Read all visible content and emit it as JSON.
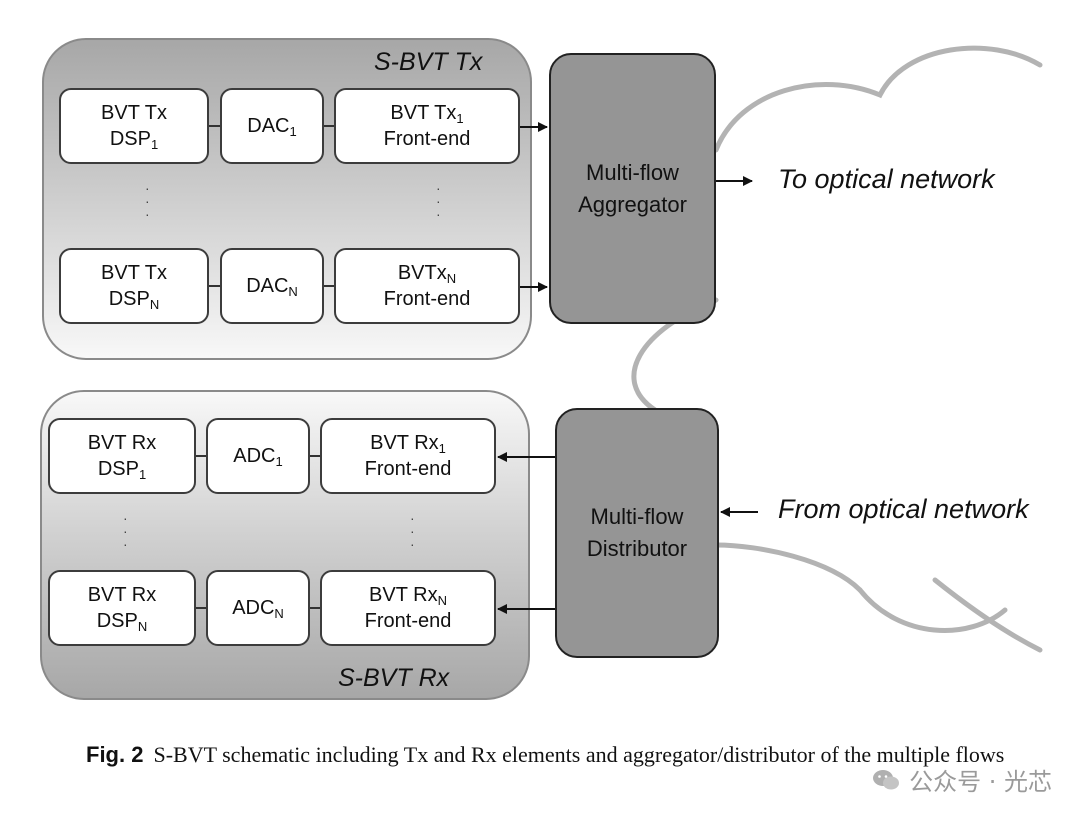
{
  "tx": {
    "title": "S-BVT Tx",
    "row1": {
      "dsp_line1": "BVT Tx",
      "dsp_line2": "DSP",
      "dsp_sub": "1",
      "conv": "DAC",
      "conv_sub": "1",
      "fe_line1": "BVT Tx",
      "fe_sub": "1",
      "fe_line2": "Front-end"
    },
    "rowN": {
      "dsp_line1": "BVT Tx",
      "dsp_line2": "DSP",
      "dsp_sub": "N",
      "conv": "DAC",
      "conv_sub": "N",
      "fe_line1": "BVTx",
      "fe_sub": "N",
      "fe_line2": "Front-end"
    }
  },
  "rx": {
    "title": "S-BVT Rx",
    "row1": {
      "dsp_line1": "BVT Rx",
      "dsp_line2": "DSP",
      "dsp_sub": "1",
      "conv": "ADC",
      "conv_sub": "1",
      "fe_line1": "BVT Rx",
      "fe_sub": "1",
      "fe_line2": "Front-end"
    },
    "rowN": {
      "dsp_line1": "BVT Rx",
      "dsp_line2": "DSP",
      "dsp_sub": "N",
      "conv": "ADC",
      "conv_sub": "N",
      "fe_line1": "BVT Rx",
      "fe_sub": "N",
      "fe_line2": "Front-end"
    }
  },
  "aggregator": {
    "line1": "Multi-flow",
    "line2": "Aggregator"
  },
  "distributor": {
    "line1": "Multi-flow",
    "line2": "Distributor"
  },
  "to_network": "To optical network",
  "from_network": "From optical network",
  "caption": {
    "fig": "Fig. 2",
    "text": "S-BVT schematic including Tx and Rx elements and aggregator/distributor of the multiple flows"
  },
  "watermark": "公众号 · 光芯"
}
